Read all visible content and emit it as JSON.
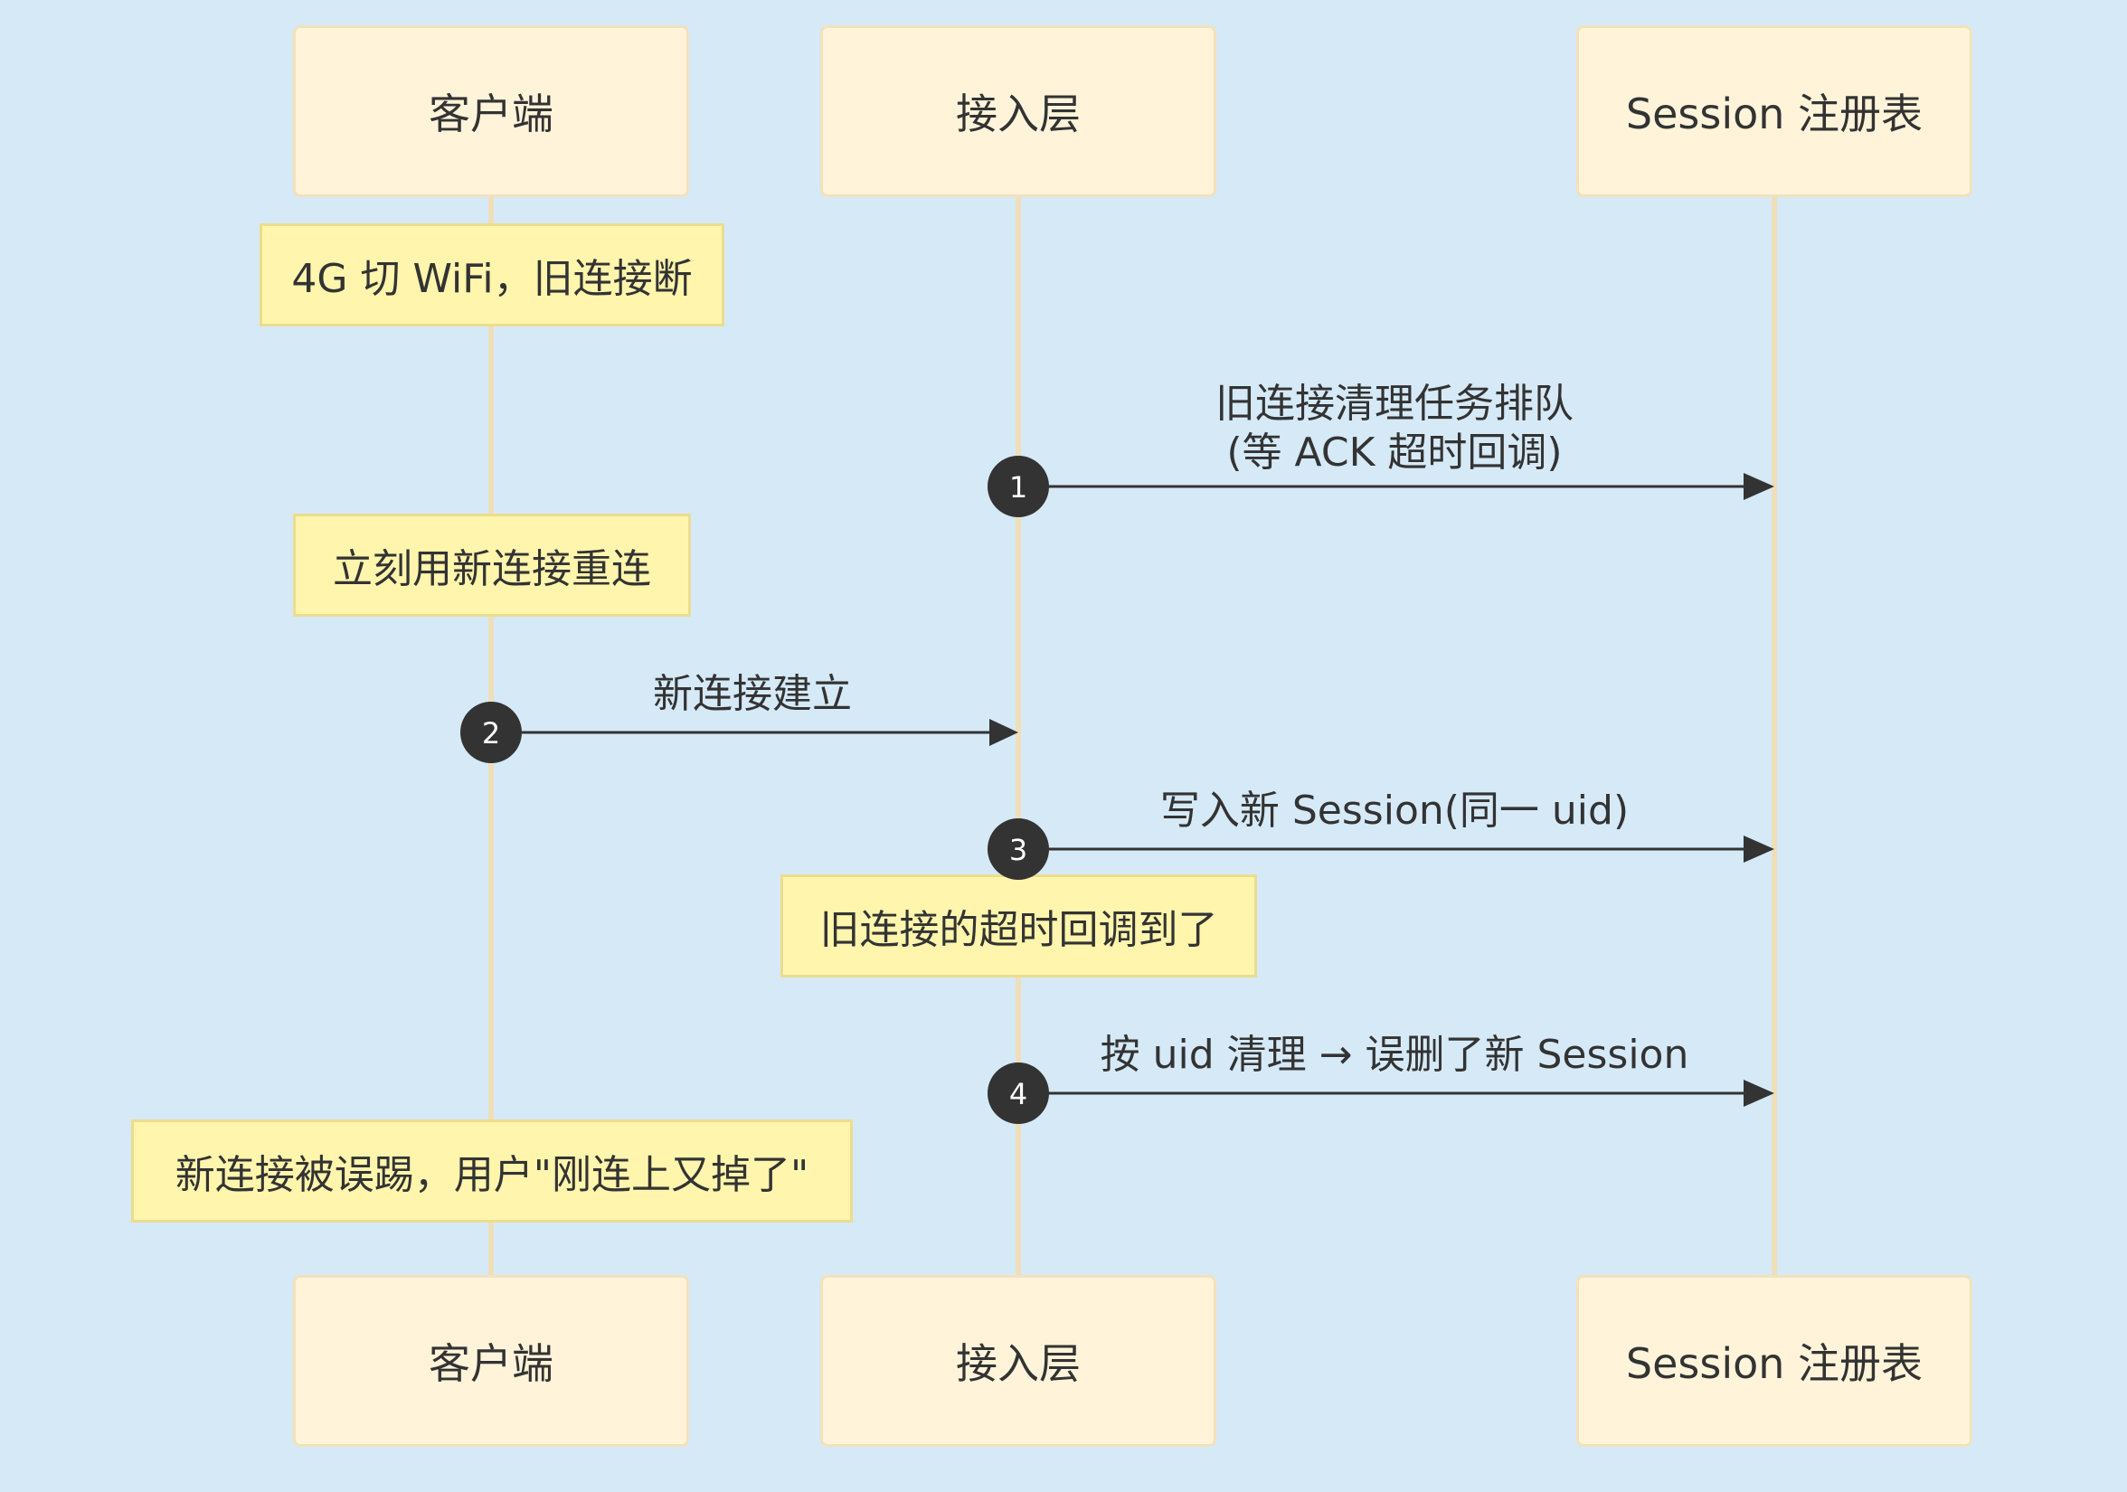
{
  "participants": {
    "client": "客户端",
    "gateway": "接入层",
    "registry": "Session 注册表"
  },
  "notes": {
    "n1": "4G 切 WiFi，旧连接断",
    "n2": "立刻用新连接重连",
    "n3": "旧连接的超时回调到了",
    "n4": "新连接被误踢，用户\"刚连上又掉了\""
  },
  "messages": {
    "m1_line1": "旧连接清理任务排队",
    "m1_line2": "(等 ACK 超时回调)",
    "m1_num": "1",
    "m2": "新连接建立",
    "m2_num": "2",
    "m3": "写入新 Session(同一 uid)",
    "m3_num": "3",
    "m4": "按 uid 清理 → 误删了新 Session",
    "m4_num": "4"
  },
  "colors": {
    "background": "#d6e9f7",
    "actor_fill": "#fff4da",
    "note_fill": "#fff5ad",
    "arrow": "#333333"
  }
}
